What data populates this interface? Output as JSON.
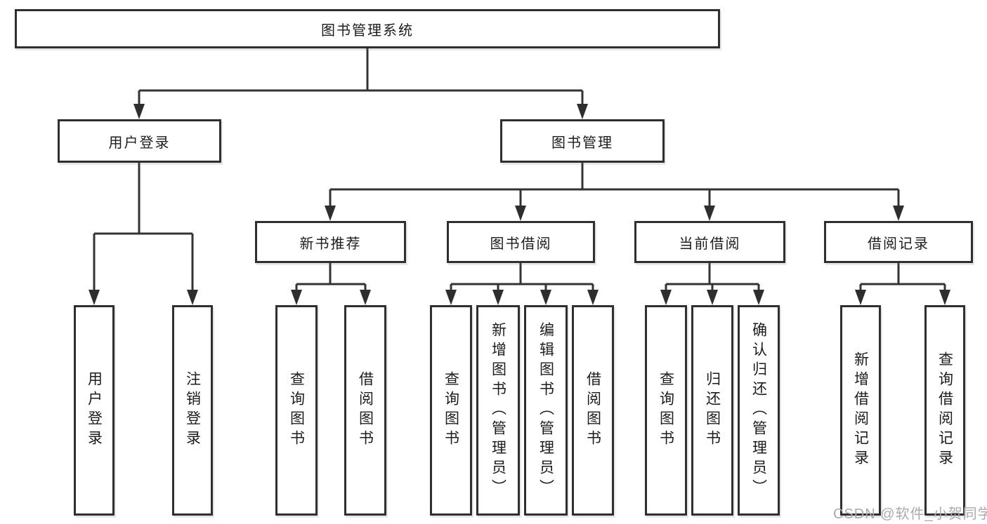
{
  "tree": {
    "label": "图书管理系统",
    "children": [
      {
        "label": "用户登录",
        "children": [
          {
            "label": "用户登录"
          },
          {
            "label": "注销登录"
          }
        ]
      },
      {
        "label": "图书管理",
        "children": [
          {
            "label": "新书推荐",
            "children": [
              {
                "label": "查询图书"
              },
              {
                "label": "借阅图书"
              }
            ]
          },
          {
            "label": "图书借阅",
            "children": [
              {
                "label": "查询图书"
              },
              {
                "label": "新增图书（管理员）"
              },
              {
                "label": "编辑图书（管理员）"
              },
              {
                "label": "借阅图书"
              }
            ]
          },
          {
            "label": "当前借阅",
            "children": [
              {
                "label": "查询图书"
              },
              {
                "label": "归还图书"
              },
              {
                "label": "确认归还（管理员）"
              }
            ]
          },
          {
            "label": "借阅记录",
            "children": [
              {
                "label": "新增借阅记录"
              },
              {
                "label": "查询借阅记录"
              }
            ]
          }
        ]
      }
    ]
  },
  "watermark": "CSDN @软件_小贺同学",
  "colors": {
    "box_border": "#2f2f2f",
    "connector": "#333333",
    "text": "#1c1c1c",
    "background": "#ffffff",
    "watermark": "#a9a9b0"
  }
}
